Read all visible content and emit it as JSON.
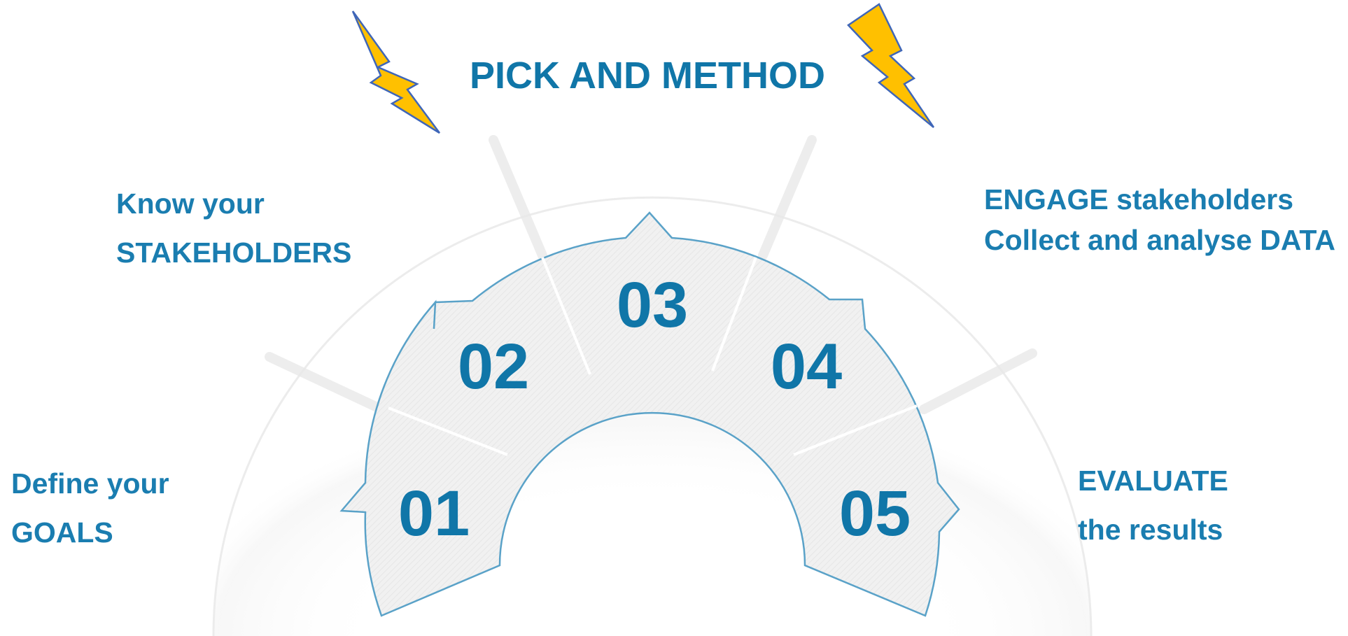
{
  "title": "PICK AND METHOD",
  "colors": {
    "accent": "#1076a8",
    "label": "#1a7db0",
    "segment_fill": "#f1f1f1",
    "outline": "#5aa2c8",
    "bolt_fill": "#ffc000",
    "bolt_stroke": "#3f66b8"
  },
  "icons": [
    "lightning-bolt-icon",
    "lightning-bolt-icon"
  ],
  "segments": [
    {
      "number": "01",
      "line1": "Define your",
      "line2": "GOALS"
    },
    {
      "number": "02",
      "line1": "Know your",
      "line2": "STAKEHOLDERS"
    },
    {
      "number": "03",
      "line1": "",
      "line2": ""
    },
    {
      "number": "04",
      "line1": "ENGAGE stakeholders",
      "line2": "Collect and analyse DATA"
    },
    {
      "number": "05",
      "line1": "EVALUATE",
      "line2": "the results"
    }
  ]
}
